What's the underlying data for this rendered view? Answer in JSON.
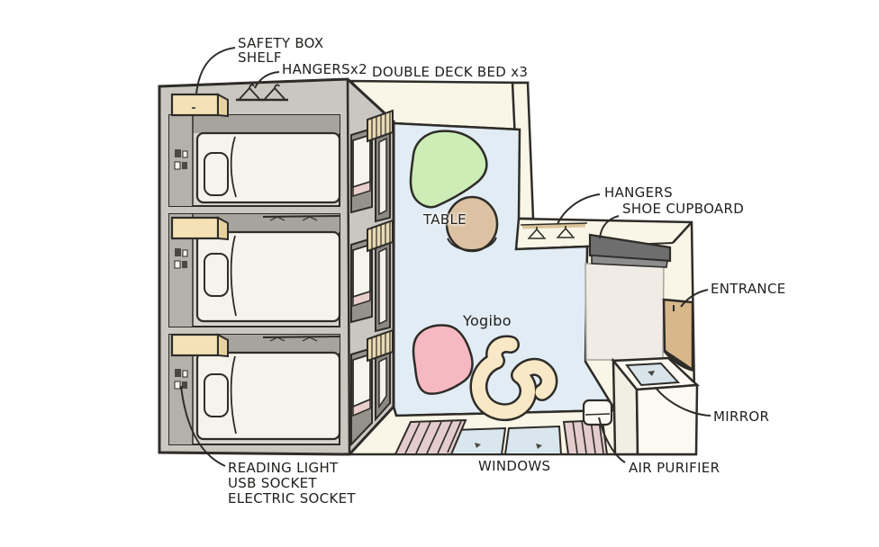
{
  "labels": {
    "safety_box_line1": "SAFETY BOX",
    "safety_box_line2": "SHELF",
    "hangers_x2": "HANGERSx2",
    "double_deck_bed": "DOUBLE DECK BED x3",
    "hangers": "HANGERS",
    "shoe_cupboard": "SHOE CUPBOARD",
    "entrance": "ENTRANCE",
    "mirror": "MIRROR",
    "air_purifier": "AIR PURIFIER",
    "windows": "WINDOWS",
    "reading_light": "READING LIGHT",
    "usb_socket": "USB SOCKET",
    "electric_socket": "ELECTRIC SOCKET",
    "table": "TABLE",
    "yogibo": "Yogibo"
  },
  "colors": {
    "ink": "#2e2c28",
    "label": "#23211e",
    "wall": "#f9f6e7",
    "floor": "#e2ecf4",
    "bedframe": "#c9c7c0",
    "baywall": "#d7d5cd",
    "bayshadow": "#a6a49c",
    "bayleft": "#b3b1a9",
    "mattress": "#f4f3ec",
    "shelf": "#f4e2b6",
    "shelfside": "#e7d29f",
    "valance": "#eadab2",
    "opening": "#94928a",
    "recess": "#8a8880",
    "blanket": "#e8cfcc",
    "curtain": "#e3cccb",
    "windowpane": "#d9e6ee",
    "greenbag": "#cdecb6",
    "pinkbag": "#f6b9c2",
    "tabletop": "#dcc2a2",
    "yogiboroll": "#f8e8c6",
    "cupdark": "#6e6e6e",
    "cupmid": "#8d8d8d",
    "cuppanel": "#f1ebe6",
    "door": "#d8b88a",
    "mirrorpane": "#d8e4ea",
    "counter": "#fbf9f1",
    "counterside": "#f1efe4",
    "railtan": "#d9c49a"
  }
}
